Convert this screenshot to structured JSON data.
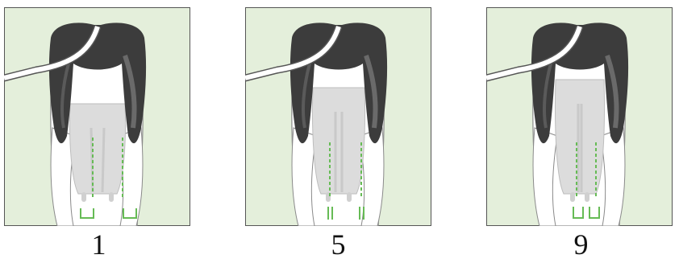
{
  "figure": {
    "colors": {
      "background": "#e4efdb",
      "frame": "#555555",
      "black_patch": "#3c3c3c",
      "black_patch_highlight": "#6a6a6a",
      "white_coat": "#ffffff",
      "udder": "#dcdcdc",
      "udder_shade": "#c9c9c9",
      "teat_guide": "#66bb55",
      "outline": "#8a8a8a"
    },
    "panels": [
      {
        "label": "1",
        "teat_placement": "wide"
      },
      {
        "label": "5",
        "teat_placement": "intermediate"
      },
      {
        "label": "9",
        "teat_placement": "close"
      }
    ]
  }
}
